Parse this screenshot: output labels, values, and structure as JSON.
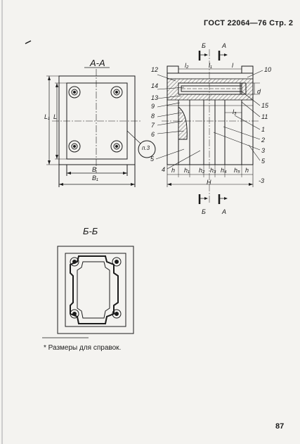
{
  "header": {
    "text": "ГОСТ  22064—76  Стр.  2"
  },
  "section_aa": {
    "title": "А-А",
    "b_label": "B",
    "b1_label": "B₁",
    "l_label": "L",
    "l1_label": "L₁",
    "callout": "п.3"
  },
  "section_bb": {
    "title": "Б-Б"
  },
  "side_view": {
    "top_marks": {
      "b": "Б",
      "a": "А"
    },
    "bottom_marks": {
      "b": "Б",
      "a": "А"
    },
    "dims_top": [
      "l₂",
      "l₁",
      "l"
    ],
    "d_label": "d",
    "l3_label": "l₃",
    "dims_bottom": [
      "h",
      "h₁",
      "h₂",
      "h₃",
      "h₄",
      "h₅",
      "h"
    ],
    "h_total": "H",
    "callouts_left": [
      "12",
      "14",
      "13",
      "9",
      "8",
      "7",
      "6",
      "5",
      "4"
    ],
    "callouts_right": [
      "10",
      "15",
      "11",
      "1",
      "2",
      "3",
      "5"
    ],
    "footnote_marker": "-3"
  },
  "footnote": {
    "text": "* Размеры для справок."
  },
  "page_number": "87"
}
